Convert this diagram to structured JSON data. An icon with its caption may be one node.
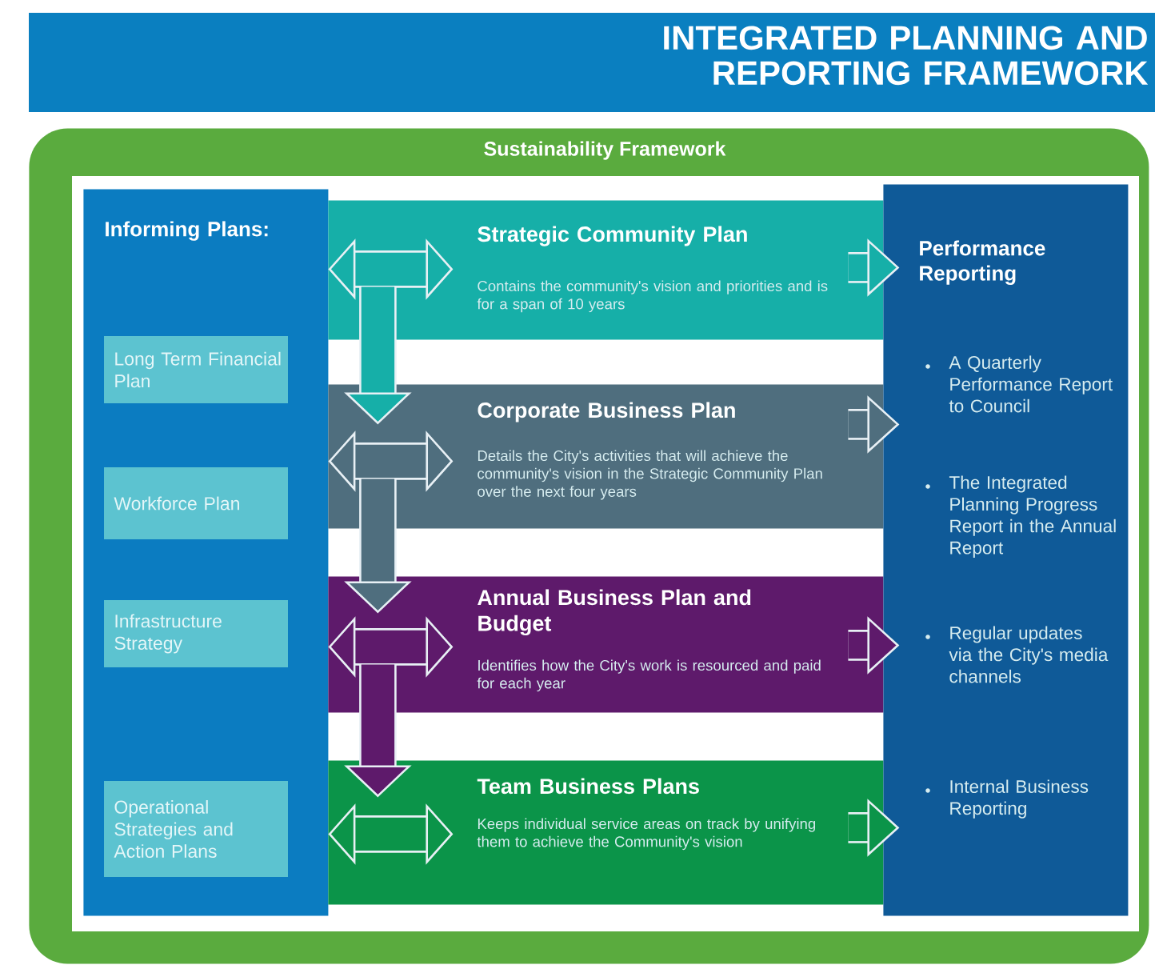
{
  "diagram": {
    "title": "INTEGRATED PLANNING AND REPORTING FRAMEWORK",
    "nodes": [
      {
        "text": [
          "Sustainability Framework"
        ]
      },
      {
        "text": [
          "Informing Plans:"
        ],
        "in": 0
      },
      {
        "text": [
          "Long Term Financial Plan"
        ],
        "in": 1
      },
      {
        "text": [
          "Workforce Plan"
        ],
        "in": 1
      },
      {
        "text": [
          "Infrastructure Strategy"
        ],
        "in": 1
      },
      {
        "text": [
          "Operational Strategies and Action Plans"
        ],
        "in": 1
      },
      {
        "text": [
          "Strategic Community Plan",
          "Contains the community's vision and priorities and is for a span of 10 years"
        ],
        "in": 0
      },
      {
        "text": [
          "Corporate Business Plan",
          "Details the City's activities that will achieve the community's vision in the Strategic Community Plan over the next four years"
        ],
        "in": 0
      },
      {
        "text": [
          "Annual Business Plan and Budget",
          "Identifies how the City's work is resourced and paid for each year"
        ],
        "in": 0
      },
      {
        "text": [
          "Team Business Plans",
          "Keeps individual service areas on track by unifying them to achieve the Community's vision"
        ],
        "in": 0
      },
      {
        "text": [
          "Performance Reporting",
          "A Quarterly Performance Report to Council",
          "The Integrated Planning Progress Report in the Annual Report",
          "Regular updates via the City's media channels",
          "Internal Business Reporting"
        ],
        "in": 0
      }
    ],
    "edges": [
      {
        "from": 1,
        "to": 6,
        "arrow": "both"
      },
      {
        "from": 6,
        "to": 10,
        "arrow": "to"
      },
      {
        "from": 6,
        "to": 7,
        "arrow": "to"
      },
      {
        "from": 1,
        "to": 7,
        "arrow": "both"
      },
      {
        "from": 7,
        "to": 10,
        "arrow": "to"
      },
      {
        "from": 7,
        "to": 8,
        "arrow": "to"
      },
      {
        "from": 1,
        "to": 8,
        "arrow": "both"
      },
      {
        "from": 8,
        "to": 10,
        "arrow": "to"
      },
      {
        "from": 8,
        "to": 9,
        "arrow": "to"
      },
      {
        "from": 1,
        "to": 9,
        "arrow": "both"
      },
      {
        "from": 9,
        "to": 10,
        "arrow": "to"
      }
    ]
  }
}
